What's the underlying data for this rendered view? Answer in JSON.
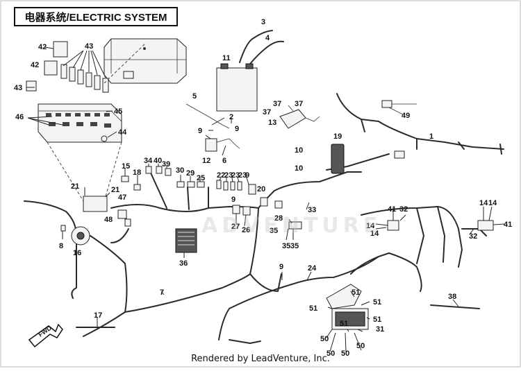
{
  "title": "电器系统/ELECTRIC SYSTEM",
  "footer": "Rendered by LeadVenture, Inc.",
  "watermark": "ADVENTURE",
  "fwd_label": "FWD",
  "callouts": {
    "c1": "1",
    "c2": "2",
    "c3": "3",
    "c4": "4",
    "c5": "5",
    "c6": "6",
    "c7": "7",
    "c8": "8",
    "c9a": "9",
    "c9b": "9",
    "c9c": "9",
    "c9d": "9",
    "c9e": "9",
    "c10a": "10",
    "c10b": "10",
    "c11": "11",
    "c12": "12",
    "c13": "13",
    "c14a": "14",
    "c14b": "14",
    "c14c": "14",
    "c14d": "14",
    "c15": "15",
    "c16": "16",
    "c17": "17",
    "c18": "18",
    "c19": "19",
    "c20": "20",
    "c21a": "21",
    "c21b": "21",
    "c22": "22",
    "c23a": "23",
    "c23b": "23",
    "c23c": "23",
    "c24": "24",
    "c25": "25",
    "c26": "26",
    "c27": "27",
    "c28": "28",
    "c29": "29",
    "c30": "30",
    "c31": "31",
    "c32a": "32",
    "c32b": "32",
    "c33": "33",
    "c34": "34",
    "c35a": "35",
    "c35b": "35",
    "c35c": "35",
    "c36": "36",
    "c37a": "37",
    "c37b": "37",
    "c37c": "37",
    "c38": "38",
    "c39": "39",
    "c40": "40",
    "c41a": "41",
    "c41b": "41",
    "c42a": "42",
    "c42b": "42",
    "c43a": "43",
    "c43b": "43",
    "c44": "44",
    "c45": "45",
    "c46": "46",
    "c47": "47",
    "c48": "48",
    "c49": "49",
    "c50a": "50",
    "c50b": "50",
    "c50c": "50",
    "c50d": "50",
    "c51a": "51",
    "c51b": "51",
    "c51c": "51",
    "c51d": "51",
    "c51e": "51"
  }
}
